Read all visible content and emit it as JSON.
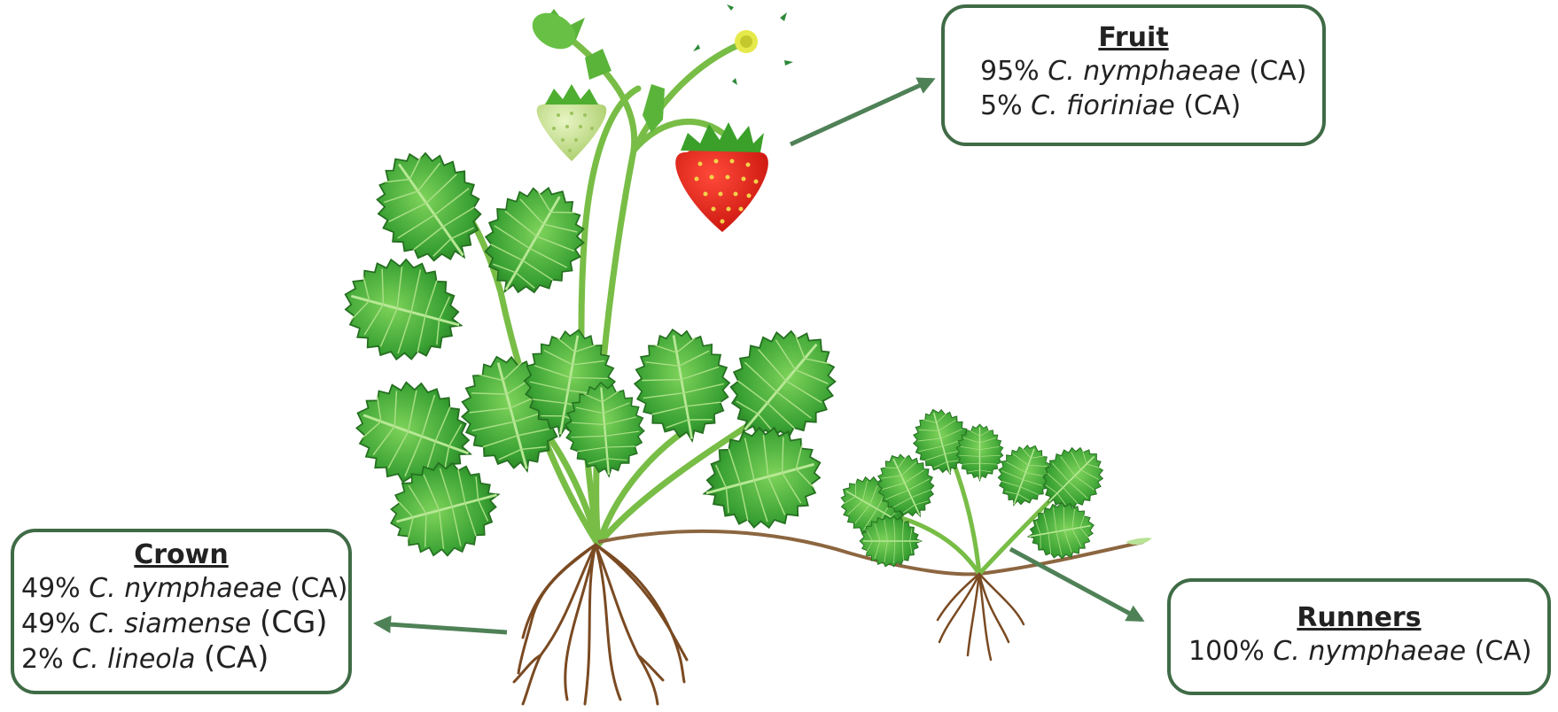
{
  "colors": {
    "box_border": "#3f6b46",
    "arrow": "#4f8157",
    "leaf": "#3aa33a",
    "leaf_dark": "#2a7a26",
    "stem": "#7cc04a",
    "root": "#7a4a22",
    "berry_ripe": "#e2231a",
    "berry_unripe": "#cfe79a"
  },
  "icons": [
    "strawberry-plant-illustration",
    "ripe-strawberry",
    "unripe-strawberry",
    "flower",
    "roots",
    "runner-plantlet"
  ],
  "callouts": {
    "fruit": {
      "title": "Fruit",
      "rows": [
        {
          "pct": "95%",
          "species": "C. nymphaeae",
          "group": "(CA)"
        },
        {
          "pct": "5%",
          "species": "C. fioriniae",
          "group": "(CA)"
        }
      ]
    },
    "crown": {
      "title": "Crown",
      "rows": [
        {
          "pct": "49%",
          "species": "C. nymphaeae",
          "group": "(CA)"
        },
        {
          "pct": "49%",
          "species": "C. siamense",
          "group": "(CG)"
        },
        {
          "pct": "2%",
          "species": "C. lineola",
          "group": "(CA)"
        }
      ]
    },
    "runners": {
      "title": "Runners",
      "rows": [
        {
          "pct": "100%",
          "species": "C. nymphaeae",
          "group": "(CA)"
        }
      ]
    }
  }
}
